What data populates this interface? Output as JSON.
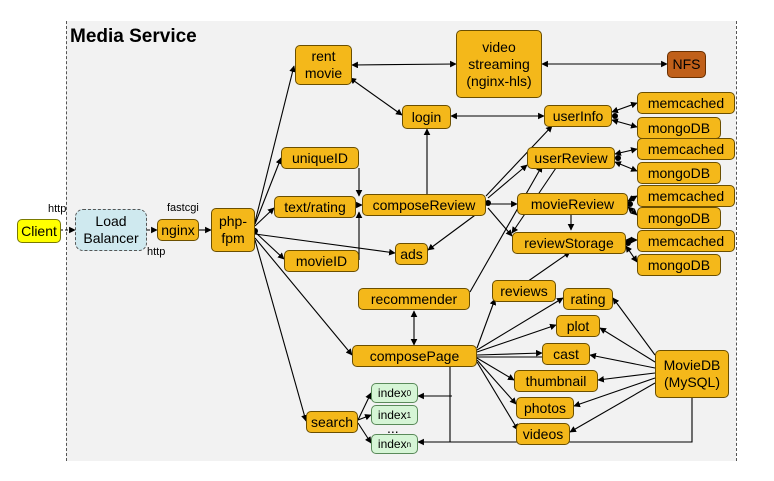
{
  "title": "Media Service",
  "labels": {
    "http_in": "http",
    "fastcgi": "fastcgi",
    "http_out": "http"
  },
  "nodes": {
    "client": "Client",
    "load_balancer": "Load Balancer",
    "nginx": "nginx",
    "php_fpm": "php-fpm",
    "rent_movie": "rent movie",
    "video_streaming": "video streaming (nginx-hls)",
    "nfs": "NFS",
    "login": "login",
    "user_info": "userInfo",
    "memcached_1": "memcached",
    "mongodb_1": "mongoDB",
    "unique_id": "uniqueID",
    "user_review": "userReview",
    "memcached_2": "memcached",
    "mongodb_2": "mongoDB",
    "text_rating": "text/rating",
    "compose_review": "composeReview",
    "movie_review": "movieReview",
    "memcached_3": "memcached",
    "mongodb_3": "mongoDB",
    "ads": "ads",
    "movie_id": "movieID",
    "review_storage": "reviewStorage",
    "memcached_4": "memcached",
    "mongodb_4": "mongoDB",
    "recommender": "recommender",
    "reviews": "reviews",
    "rating": "rating",
    "plot": "plot",
    "compose_page": "composePage",
    "cast": "cast",
    "movie_db": "MovieDB (MySQL)",
    "thumbnail": "thumbnail",
    "photos": "photos",
    "videos": "videos",
    "search": "search",
    "index": "index",
    "index_0_sub": "0",
    "index_1_sub": "1",
    "index_n_sub": "n",
    "ellipsis": "..."
  },
  "colors": {
    "service": "#f4b81a",
    "client": "#ffff00",
    "load_balancer": "#cfe9ef",
    "nfs": "#c0601a",
    "index": "#d6f5d6",
    "panel": "#f2f2f2"
  }
}
